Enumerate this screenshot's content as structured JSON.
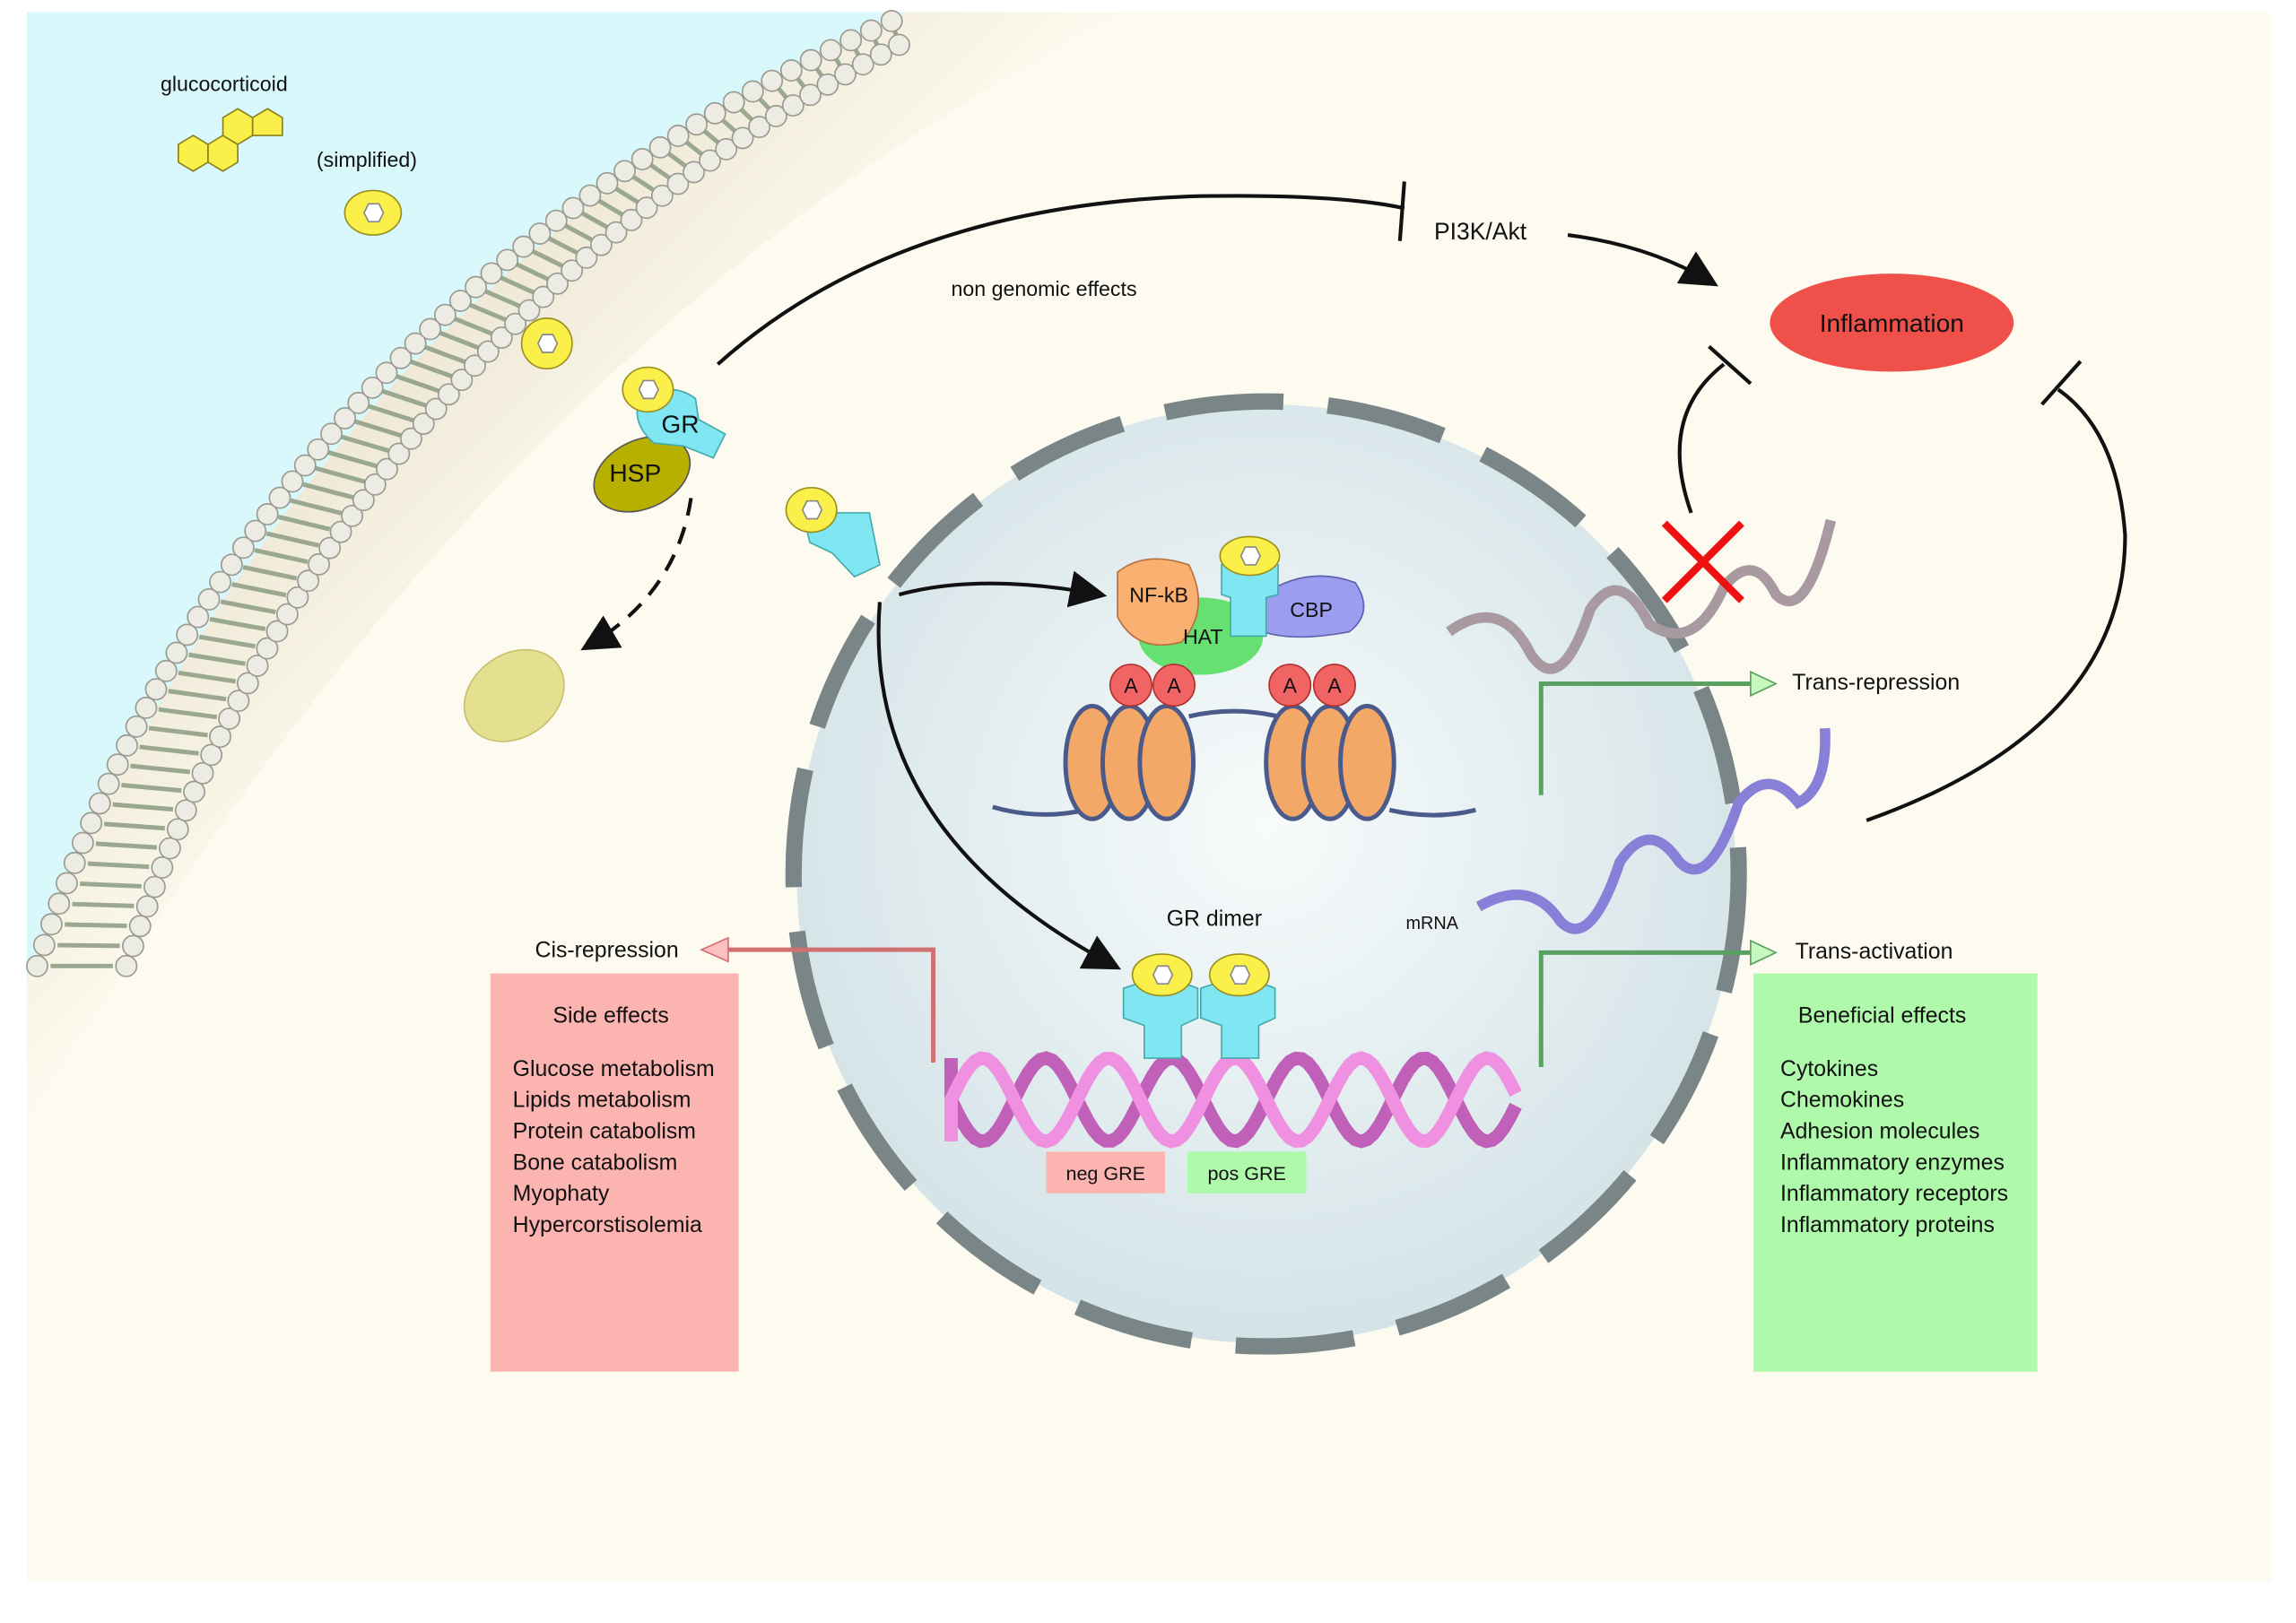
{
  "labels": {
    "glucocorticoid": "glucocorticoid",
    "simplified": "(simplified)",
    "gr": "GR",
    "hsp": "HSP",
    "non_genomic": "non genomic effects",
    "pi3k": "PI3K/Akt",
    "inflammation": "Inflammation",
    "nfkb": "NF-kB",
    "hat": "HAT",
    "cbp": "CBP",
    "acetyl": "A",
    "trans_repression": "Trans-repression",
    "trans_activation": "Trans-activation",
    "cis_repression": "Cis-repression",
    "mrna": "mRNA",
    "gr_dimer": "GR dimer",
    "neg_gre": "neg GRE",
    "pos_gre": "pos GRE"
  },
  "side_effects": {
    "title": "Side effects",
    "items": [
      "Glucose metabolism",
      "Lipids metabolism",
      "Protein catabolism",
      "Bone catabolism",
      "Myophaty",
      "Hypercorstisolemia"
    ]
  },
  "beneficial_effects": {
    "title": "Beneficial effects",
    "items": [
      "Cytokines",
      "Chemokines",
      "Adhesion molecules",
      "Inflammatory enzymes",
      "Inflammatory receptors",
      "Inflammatory proteins"
    ]
  },
  "colors": {
    "extracellular": "#d8f8fb",
    "cytoplasm": "#fdfbf0",
    "nucleus": "#dfeaee",
    "envelope": "#7a8587",
    "inflammation": "#f0504a",
    "side_effects": "#fcb4b0",
    "beneficial": "#aef9aa",
    "glucocorticoid": "#fbef4a",
    "receptor": "#7fe6f2"
  }
}
